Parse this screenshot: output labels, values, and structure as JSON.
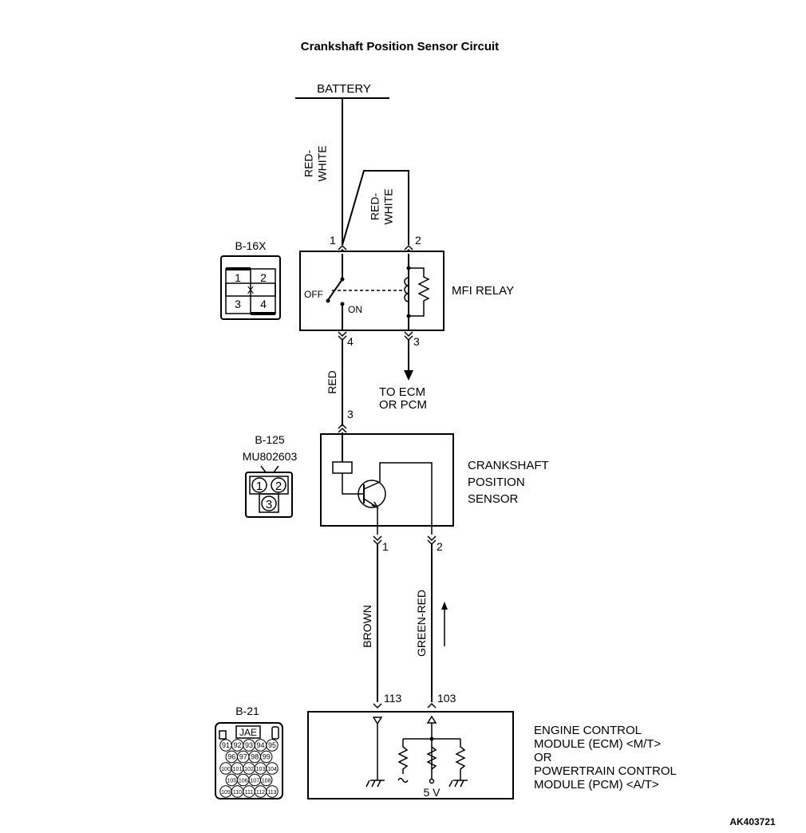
{
  "title": "Crankshaft Position Sensor Circuit",
  "figure_id": "AK403721",
  "battery_label": "BATTERY",
  "wires": {
    "red_white_1": "RED-\nWHITE",
    "red_white_2": "RED-\nWHITE",
    "red": "RED",
    "brown": "BROWN",
    "green_red": "GREEN-RED"
  },
  "relay": {
    "name": "MFI RELAY",
    "connector": "B-16X",
    "pins": {
      "p1": "1",
      "p2": "2",
      "p3": "3",
      "p4": "4"
    },
    "off_label": "OFF",
    "on_label": "ON",
    "output_label": "TO ECM\nOR PCM",
    "connector_cells": [
      "1",
      "2",
      "3",
      "4"
    ]
  },
  "sensor": {
    "name": "CRANKSHAFT\nPOSITION\nSENSOR",
    "connector": "B-125",
    "part_number": "MU802603",
    "pins": {
      "p1": "1",
      "p2": "2",
      "p3": "3"
    },
    "connector_cells": [
      "1",
      "2",
      "3"
    ]
  },
  "ecm": {
    "name": "ENGINE CONTROL\nMODULE (ECM) <M/T>\nOR\nPOWERTRAIN CONTROL\nMODULE (PCM) <A/T>",
    "connector": "B-21",
    "connector_brand": "JAE",
    "terminals": {
      "t113": "113",
      "t103": "103"
    },
    "voltage": "5 V",
    "connector_rows": [
      [
        "91",
        "92",
        "93",
        "94",
        "95"
      ],
      [
        "96",
        "97",
        "98",
        "99"
      ],
      [
        "100",
        "101",
        "102",
        "103",
        "104"
      ],
      [
        "105",
        "106",
        "107",
        "108"
      ],
      [
        "109",
        "110",
        "111",
        "112",
        "113"
      ]
    ]
  }
}
